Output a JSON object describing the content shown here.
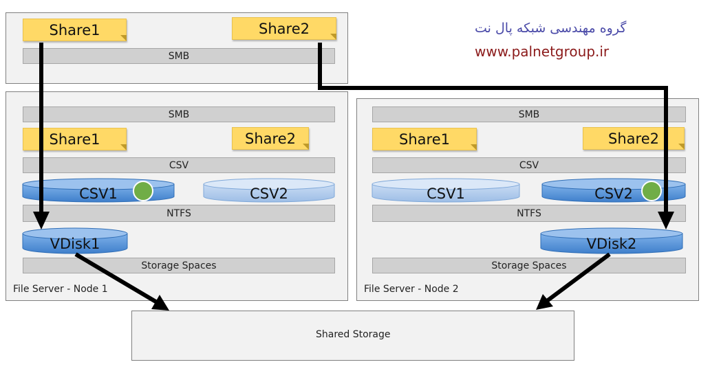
{
  "branding": {
    "persian_text": "گروه مهندسی شبکه پال نت",
    "url": "www.palnetgroup.ir"
  },
  "client": {
    "share1": "Share1",
    "share2": "Share2",
    "smb": "SMB"
  },
  "node1": {
    "label": "File Server - Node 1",
    "smb": "SMB",
    "share1": "Share1",
    "share2": "Share2",
    "csv": "CSV",
    "csv1": "CSV1",
    "csv2": "CSV2",
    "ntfs": "NTFS",
    "vdisk": "VDisk1",
    "storage_spaces": "Storage Spaces"
  },
  "node2": {
    "label": "File Server - Node 2",
    "smb": "SMB",
    "share1": "Share1",
    "share2": "Share2",
    "csv": "CSV",
    "csv1": "CSV1",
    "csv2": "CSV2",
    "ntfs": "NTFS",
    "vdisk": "VDisk2",
    "storage_spaces": "Storage Spaces"
  },
  "shared_storage": "Shared Storage",
  "colors": {
    "disk_active": "#4f8fd6",
    "disk_inactive": "#aecbee",
    "owner_dot": "#70ad47",
    "note": "#ffd966",
    "bar": "#d0d0d0",
    "panel": "#f2f2f2"
  }
}
